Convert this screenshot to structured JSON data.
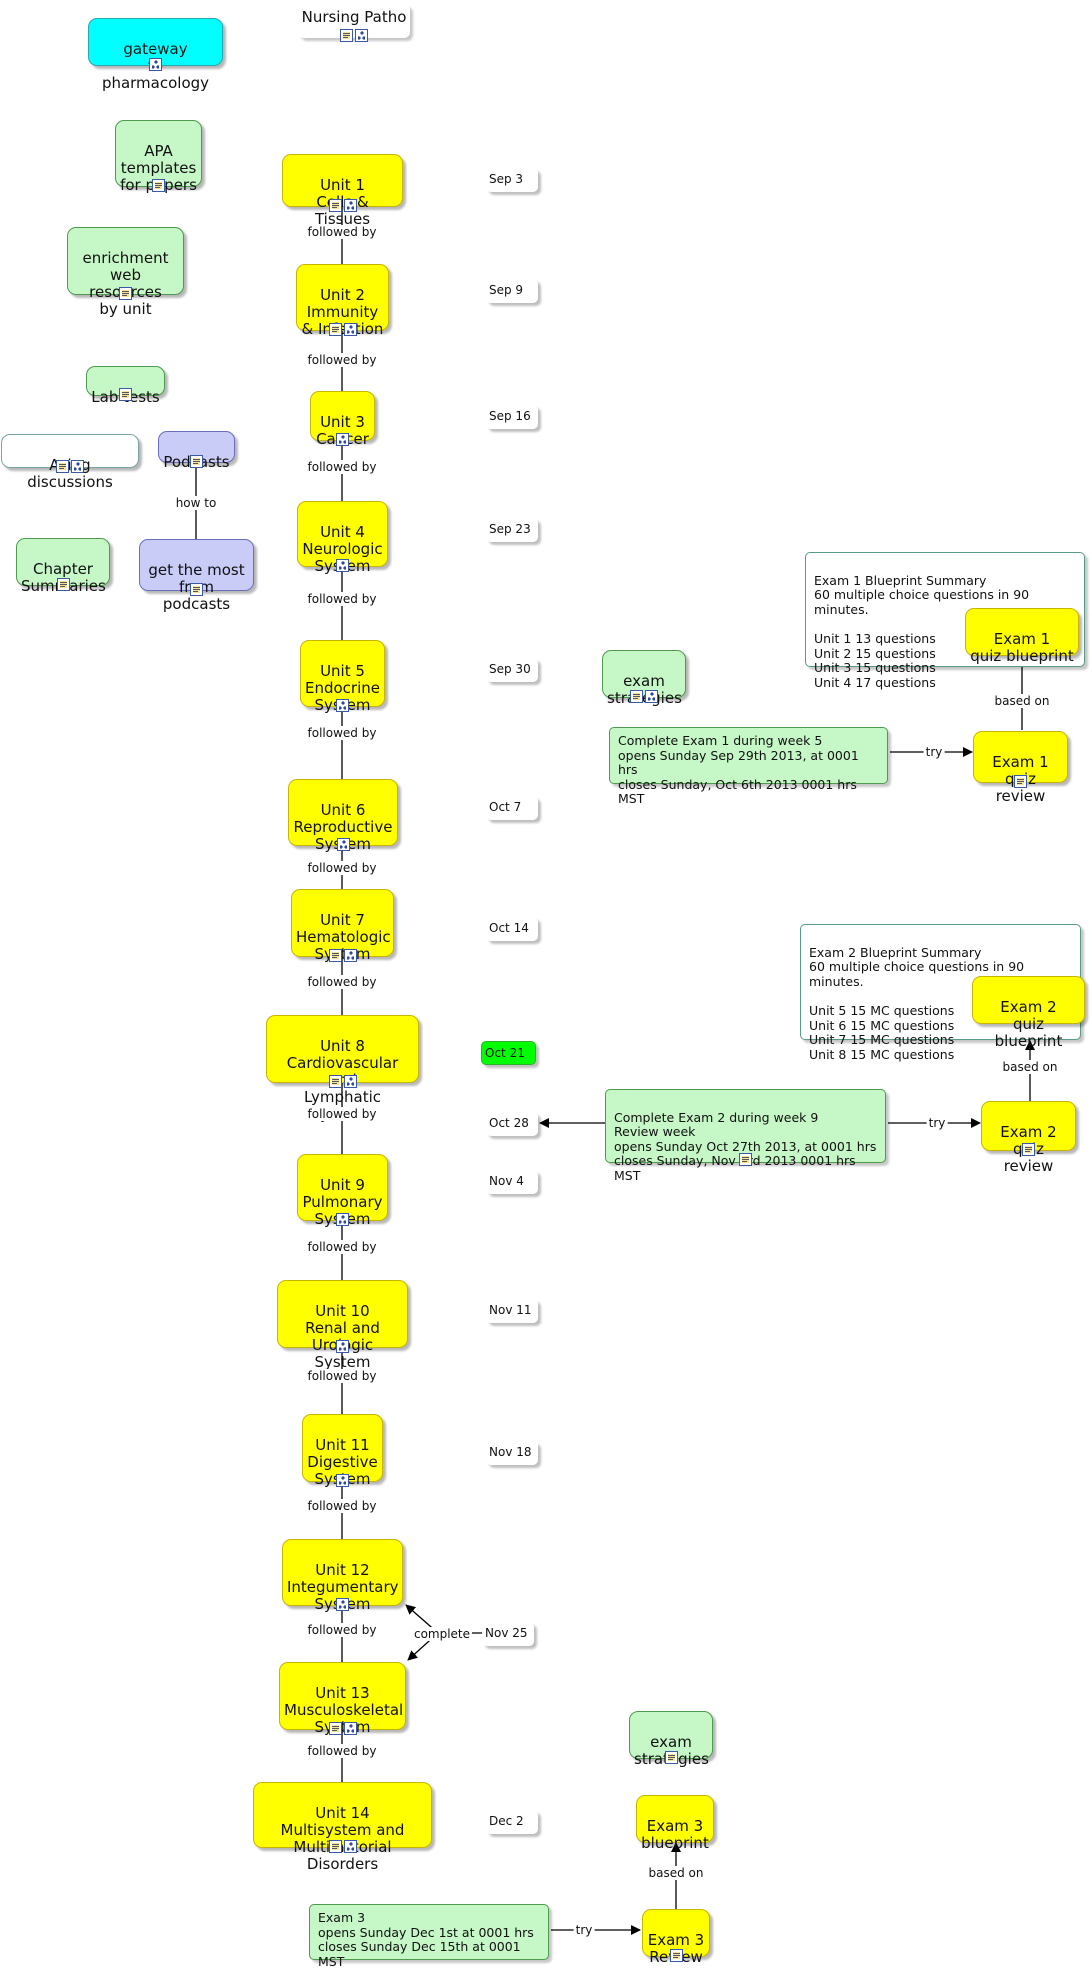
{
  "header": {
    "title": "Nursing Patho"
  },
  "resources": {
    "gateway": "gateway\nto pharmacology",
    "apa": "APA\ntemplates\nfor papers",
    "enrichment": "enrichment\nweb resources\nby unit",
    "labtests": "Lab tests",
    "acing": "Acing discussions",
    "podcasts": "Podcasts",
    "getmost": "get the most\nfrom podcasts",
    "chapters": "Chapter\nSummaries",
    "howto": "how to"
  },
  "units": [
    {
      "label": "Unit 1\nCells & Tissues",
      "date": "Sep 3"
    },
    {
      "label": "Unit 2\nImmunity\n& Infection",
      "date": "Sep 9"
    },
    {
      "label": "Unit 3\nCancer",
      "date": "Sep 16"
    },
    {
      "label": "Unit 4\nNeurologic\nSystem",
      "date": "Sep 23"
    },
    {
      "label": "Unit 5\nEndocrine\nSystem",
      "date": "Sep 30"
    },
    {
      "label": "Unit 6\nReproductive\nSystem",
      "date": "Oct 7"
    },
    {
      "label": "Unit 7\nHematologic\nSystem",
      "date": "Oct 14"
    },
    {
      "label": "Unit 8\nCardiovascular and\nLymphatic Systems",
      "date": "Oct 21"
    },
    {
      "label": "Unit 9\nPulmonary\nSystem",
      "date": "Nov 4"
    },
    {
      "label": "Unit 10\nRenal and\nUrologic System",
      "date": "Nov 11"
    },
    {
      "label": "Unit 11\nDigestive\nSystem",
      "date": "Nov 18"
    },
    {
      "label": "Unit 12\nIntegumentary\nSystem",
      "date": ""
    },
    {
      "label": "Unit 13\nMusculoskeletal\nSystem",
      "date": "Nov 25"
    },
    {
      "label": "Unit 14\nMultisystem and\nMultifactorial Disorders",
      "date": "Dec 2"
    }
  ],
  "extra_date": "Oct 28",
  "link_labels": {
    "followed": "followed by",
    "complete": "complete",
    "try": "try",
    "based_on": "based on"
  },
  "exam1": {
    "strategies": "exam\nstrategies",
    "note": "Complete Exam 1 during week 5\nopens Sunday Sep 29th 2013, at 0001 hrs\ncloses Sunday, Oct 6th 2013 0001 hrs MST",
    "review": "Exam 1\nquiz review",
    "blueprint": "Exam 1\nquiz blueprint",
    "summary": "Exam 1 Blueprint Summary\n60 multiple choice questions in 90 minutes.\n\nUnit 1 13 questions\nUnit 2 15 questions\nUnit 3 15 questions\nUnit 4 17 questions"
  },
  "exam2": {
    "note": "Complete Exam 2 during week 9\nReview week\nopens Sunday Oct 27th 2013, at 0001 hrs\ncloses Sunday, Nov 3rd 2013 0001 hrs MST",
    "review": "Exam 2\nquiz review",
    "blueprint": "Exam 2\nquiz blueprint",
    "summary": "Exam 2 Blueprint Summary\n60 multiple choice questions in 90 minutes.\n\nUnit 5 15 MC questions\nUnit 6 15 MC questions\nUnit 7 15 MC questions\nUnit 8 15 MC questions"
  },
  "exam3": {
    "strategies": "exam\nstrategies",
    "blueprint": "Exam 3\nblueprint",
    "review": "Exam 3\nReview",
    "note": "Exam 3\nopens Sunday Dec 1st at 0001 hrs\ncloses Sunday Dec 15th at 0001 MST"
  },
  "colors": {
    "unit": "#ffff00",
    "resource": "#c6f7c6",
    "pharmacology": "#00ffff",
    "podcast": "#c8ccf6",
    "highlight_date": "#00ff00"
  },
  "icons": [
    "document-icon",
    "concept-map-icon"
  ]
}
